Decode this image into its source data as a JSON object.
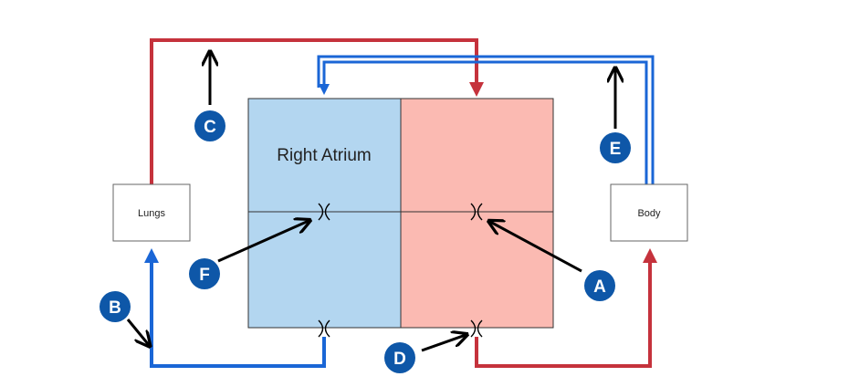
{
  "colors": {
    "oxygenated": "#c5323c",
    "deoxygenated": "#1a66d6",
    "right_side_fill": "#b3d6f0",
    "left_side_fill": "#fbbab2",
    "marker_fill": "#0e57a8",
    "outline": "#333333"
  },
  "boxes": {
    "lungs": "Lungs",
    "body": "Body"
  },
  "chambers": {
    "right_atrium": "Right Atrium"
  },
  "markers": {
    "a": "A",
    "b": "B",
    "c": "C",
    "d": "D",
    "e": "E",
    "f": "F"
  }
}
